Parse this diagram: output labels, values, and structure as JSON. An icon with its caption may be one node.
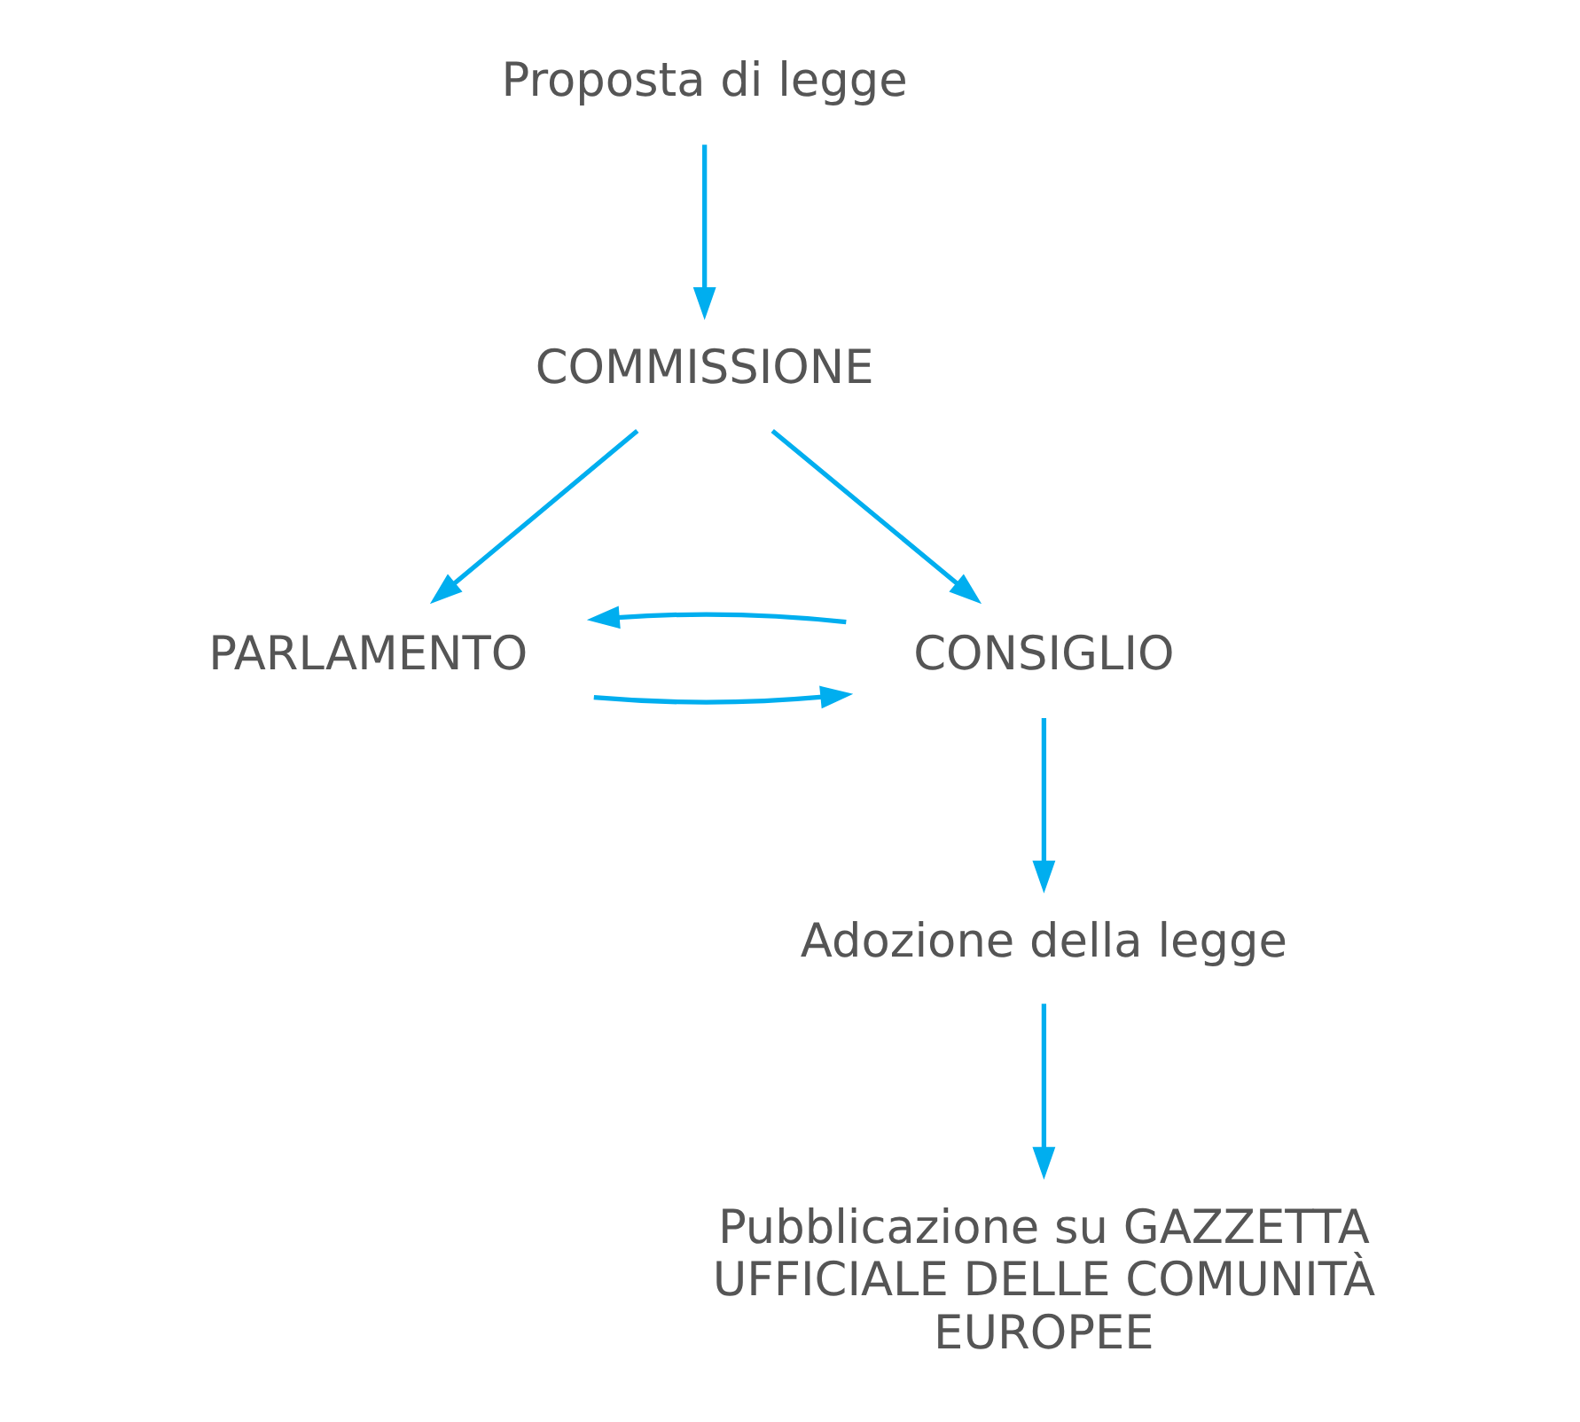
{
  "diagram": {
    "nodes": [
      {
        "text": [
          "Proposta di legge"
        ]
      },
      {
        "text": [
          "COMMISSIONE"
        ]
      },
      {
        "text": [
          "PARLAMENTO"
        ]
      },
      {
        "text": [
          "CONSIGLIO"
        ]
      },
      {
        "text": [
          "Adozione della legge"
        ]
      },
      {
        "text": [
          "Pubblicazione su GAZZETTA UFFICIALE DELLE COMUNITÀ EUROPEE"
        ]
      }
    ],
    "edges": [
      {
        "from": 0,
        "to": 1,
        "arrow": "to"
      },
      {
        "from": 1,
        "to": 2,
        "arrow": "to"
      },
      {
        "from": 1,
        "to": 3,
        "arrow": "to"
      },
      {
        "from": 2,
        "to": 3,
        "arrow": "to"
      },
      {
        "from": 3,
        "to": 2,
        "arrow": "to"
      },
      {
        "from": 3,
        "to": 4,
        "arrow": "to"
      },
      {
        "from": 4,
        "to": 5,
        "arrow": "to"
      }
    ]
  }
}
